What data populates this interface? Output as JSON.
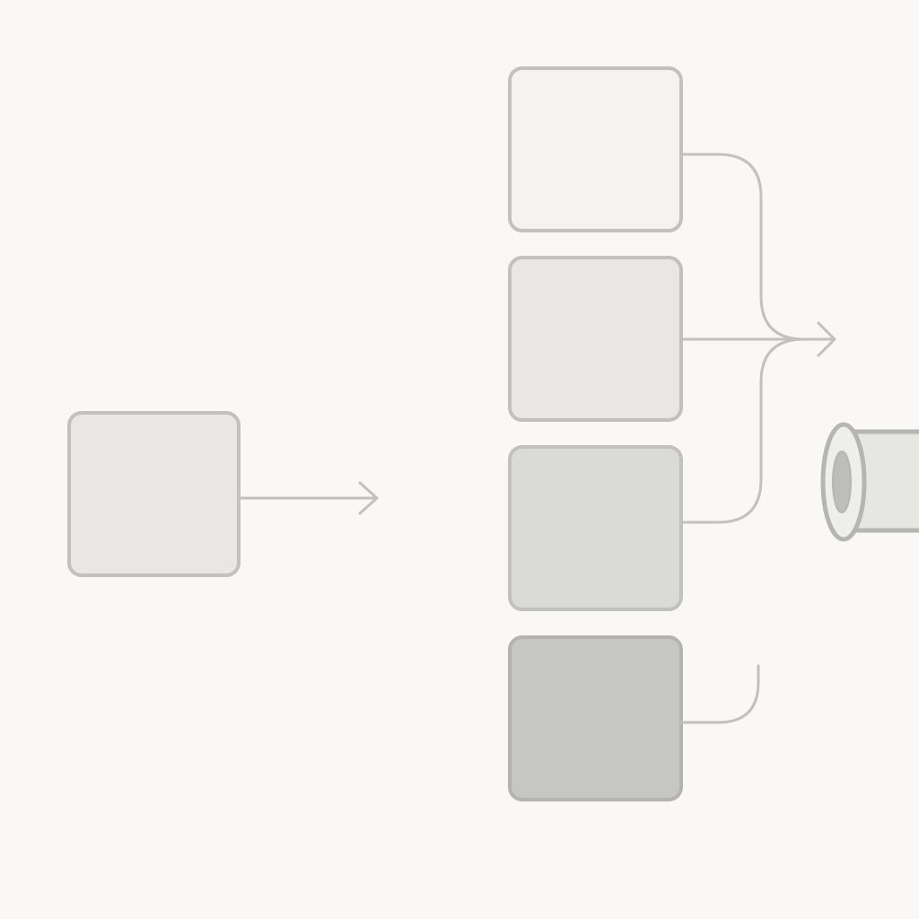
{
  "colors": {
    "background": "#f9f8f6",
    "stroke": "#c2c1bf",
    "stroke_dark": "#b4b3b1",
    "source_fill": "#e8e7e4",
    "stack_fills": [
      "#f4f3f1",
      "#e8e7e4",
      "#dadad8",
      "#c6c6c5"
    ],
    "pipe_body": "#e6e6e3",
    "pipe_rim": "#eeeeec",
    "pipe_hole": "#bdbdbb",
    "pipe_stroke": "#b5b5b3"
  },
  "icons": {
    "source_arrow": "arrow-right-icon",
    "merge_arrow": "arrow-right-icon",
    "pipe": "pipe-icon"
  },
  "diagram": {
    "source_block_count": 1,
    "stacked_block_count": 4,
    "merged_block_count": 3,
    "labels": []
  }
}
